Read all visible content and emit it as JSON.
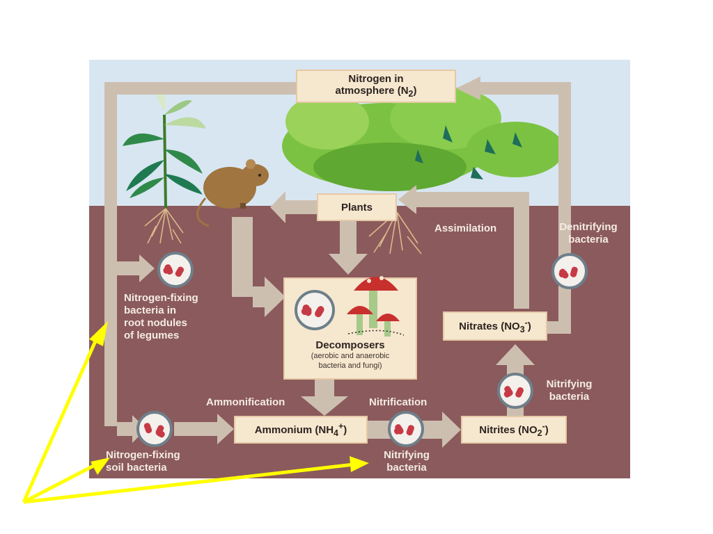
{
  "diagram": {
    "atmosphere_box": {
      "line1": "Nitrogen in",
      "line2": "atmosphere (N",
      "subscript": "2",
      "close": ")"
    },
    "plants_box": "Plants",
    "decomposers_box": {
      "title": "Decomposers",
      "detail_line1": "(aerobic and anaerobic",
      "detail_line2": "bacteria and fungi)"
    },
    "ammonium_box": {
      "text": "Ammonium (NH",
      "subscript": "4",
      "superscript": "+",
      "close": ")"
    },
    "nitrites_box": {
      "text": "Nitrites (NO",
      "subscript": "2",
      "superscript": "-",
      "close": ")"
    },
    "nitrates_box": {
      "text": "Nitrates (NO",
      "subscript": "3",
      "superscript": "-",
      "close": ")"
    },
    "labels": {
      "assimilation": "Assimilation",
      "denitrifying": [
        "Denitrifying",
        "bacteria"
      ],
      "nitrogen_fixing_legumes": [
        "Nitrogen-fixing",
        "bacteria in",
        "root nodules",
        "of legumes"
      ],
      "ammonification": "Ammonification",
      "nitrification": "Nitrification",
      "nitrifying_right": [
        "Nitrifying",
        "bacteria"
      ],
      "nitrogen_fixing_soil": [
        "Nitrogen-fixing",
        "soil bacteria"
      ],
      "nitrifying_bottom": [
        "Nitrifying",
        "bacteria"
      ]
    },
    "colors": {
      "sky": "#d8e6f2",
      "soil": "#8b5a5c",
      "arrow": "#cdbfb0",
      "box_fill": "#f6e7cf",
      "annotation": "#ffff00"
    },
    "icons": [
      "plant-icon",
      "tree-icon",
      "mouse-icon",
      "mushroom-icon",
      "bacteria-icon",
      "roots-icon"
    ]
  }
}
